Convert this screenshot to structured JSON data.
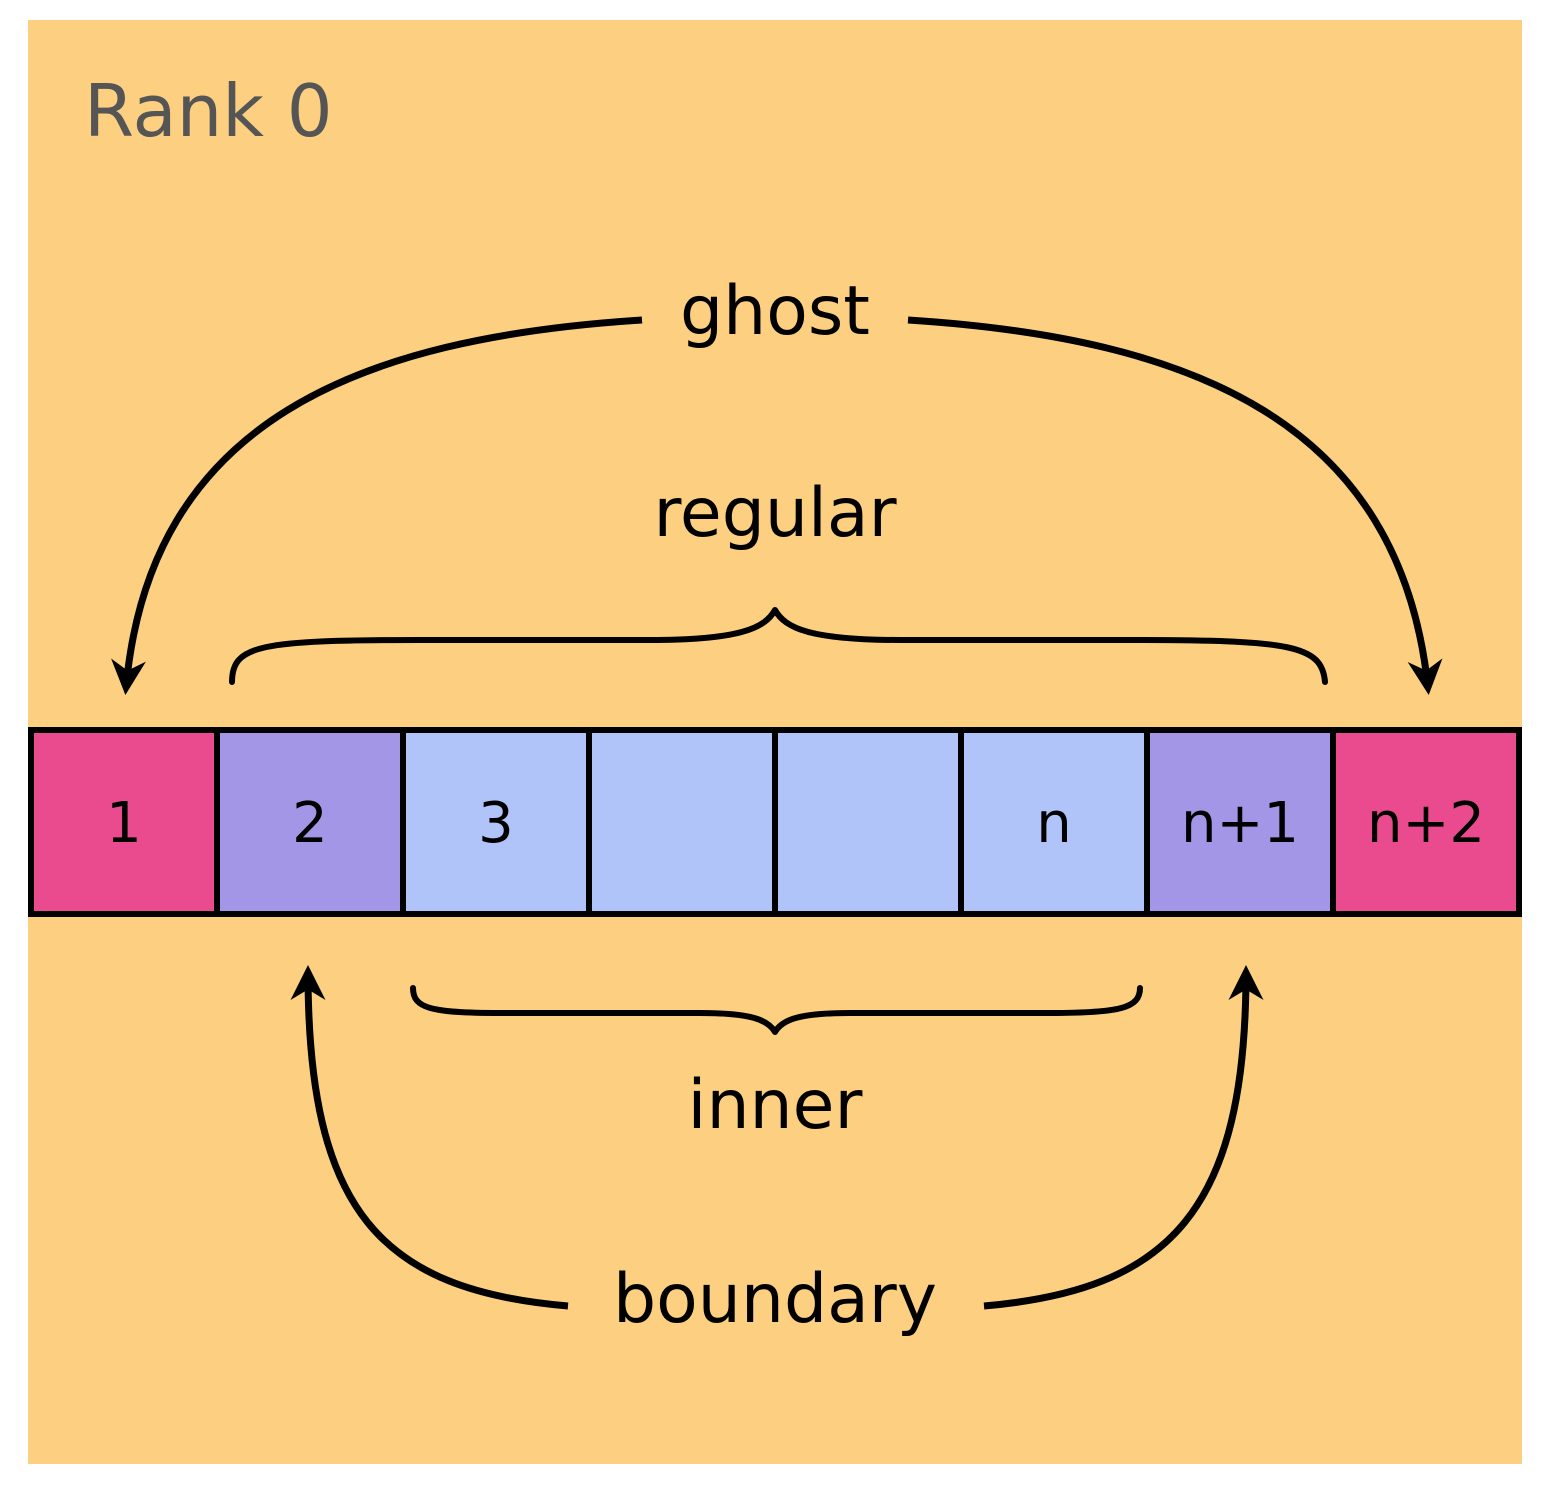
{
  "rank_label": "Rank 0",
  "labels": {
    "ghost": "ghost",
    "regular": "regular",
    "inner": "inner",
    "boundary": "boundary"
  },
  "colors": {
    "background": "#fcd080",
    "ghost_cell": "#ea4a8e",
    "boundary_cell": "#a396e6",
    "inner_cell": "#b0c4fa",
    "outline": "#000000"
  },
  "cells": [
    {
      "label": "1",
      "kind": "ghost"
    },
    {
      "label": "2",
      "kind": "boundary"
    },
    {
      "label": "3",
      "kind": "inner"
    },
    {
      "label": "",
      "kind": "inner"
    },
    {
      "label": "",
      "kind": "inner"
    },
    {
      "label": "n",
      "kind": "inner"
    },
    {
      "label": "n+1",
      "kind": "boundary"
    },
    {
      "label": "n+2",
      "kind": "ghost"
    }
  ]
}
